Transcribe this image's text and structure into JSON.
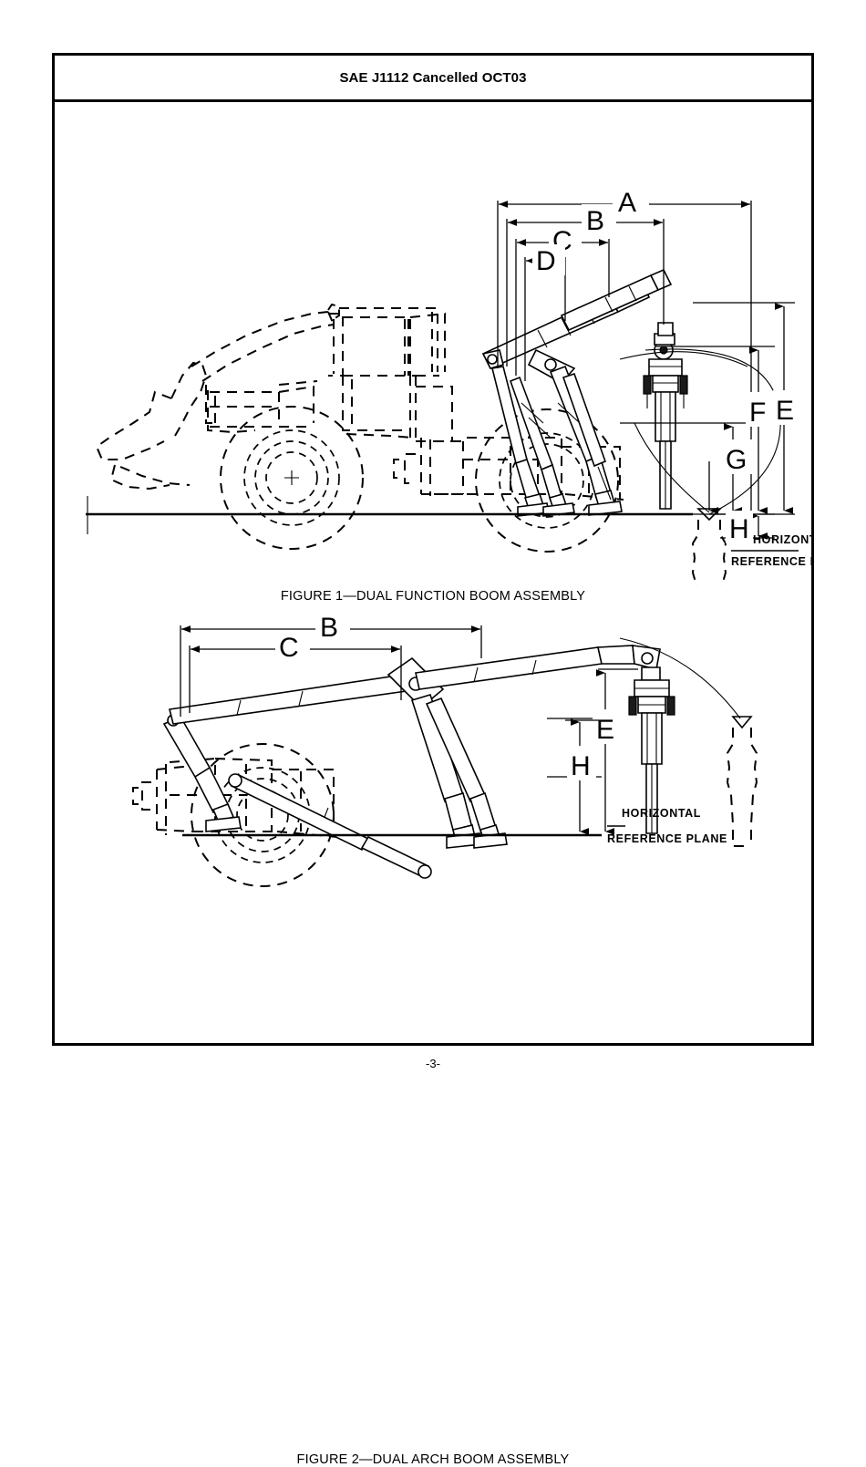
{
  "document": {
    "header_title": "SAE J1112 Cancelled OCT03",
    "page_number": "-3-"
  },
  "figures": [
    {
      "id": "figure-1",
      "caption": "FIGURE 1—DUAL FUNCTION BOOM ASSEMBLY",
      "reference_plane": {
        "line1": "HORIZONTAL",
        "line2": "REFERENCE PLANE"
      },
      "horizontal_dimensions": [
        {
          "letter": "A"
        },
        {
          "letter": "B"
        },
        {
          "letter": "C"
        },
        {
          "letter": "D"
        }
      ],
      "vertical_dimensions": [
        {
          "letter": "E"
        },
        {
          "letter": "F"
        },
        {
          "letter": "G"
        },
        {
          "letter": "H"
        }
      ]
    },
    {
      "id": "figure-2",
      "caption": "FIGURE 2—DUAL ARCH BOOM ASSEMBLY",
      "reference_plane": {
        "line1": "HORIZONTAL",
        "line2": "REFERENCE PLANE"
      },
      "horizontal_dimensions": [
        {
          "letter": "B"
        },
        {
          "letter": "C"
        }
      ],
      "vertical_dimensions": [
        {
          "letter": "E"
        },
        {
          "letter": "H"
        }
      ]
    }
  ],
  "colors": {
    "ink": "#000000",
    "paper": "#ffffff"
  }
}
